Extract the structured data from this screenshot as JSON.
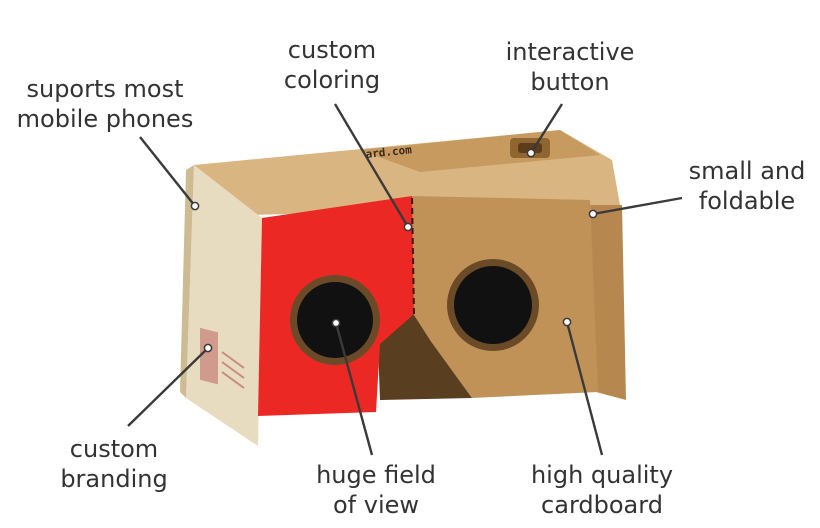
{
  "colors": {
    "background": "#ffffff",
    "red_panel": "#ec2824",
    "cardboard": "#c19258",
    "cardboard_dark": "#8f6531",
    "side_panel": "#e8dcc0",
    "leader_line": "#3a3a3a",
    "label_text": "#333333"
  },
  "callouts": {
    "supports": {
      "line1": "suports most",
      "line2": "mobile phones"
    },
    "coloring": {
      "line1": "custom",
      "line2": "coloring"
    },
    "button": {
      "line1": "interactive",
      "line2": "button"
    },
    "foldable": {
      "line1": "small and",
      "line2": "foldable"
    },
    "branding": {
      "line1": "custom",
      "line2": "branding"
    },
    "fov": {
      "line1": "huge field",
      "line2": "of view"
    },
    "cardboard": {
      "line1": "high quality",
      "line2": "cardboard"
    }
  },
  "device": {
    "top_print": "ard.com",
    "icons": [
      "vr-headset",
      "lens",
      "branding-stamp"
    ]
  }
}
